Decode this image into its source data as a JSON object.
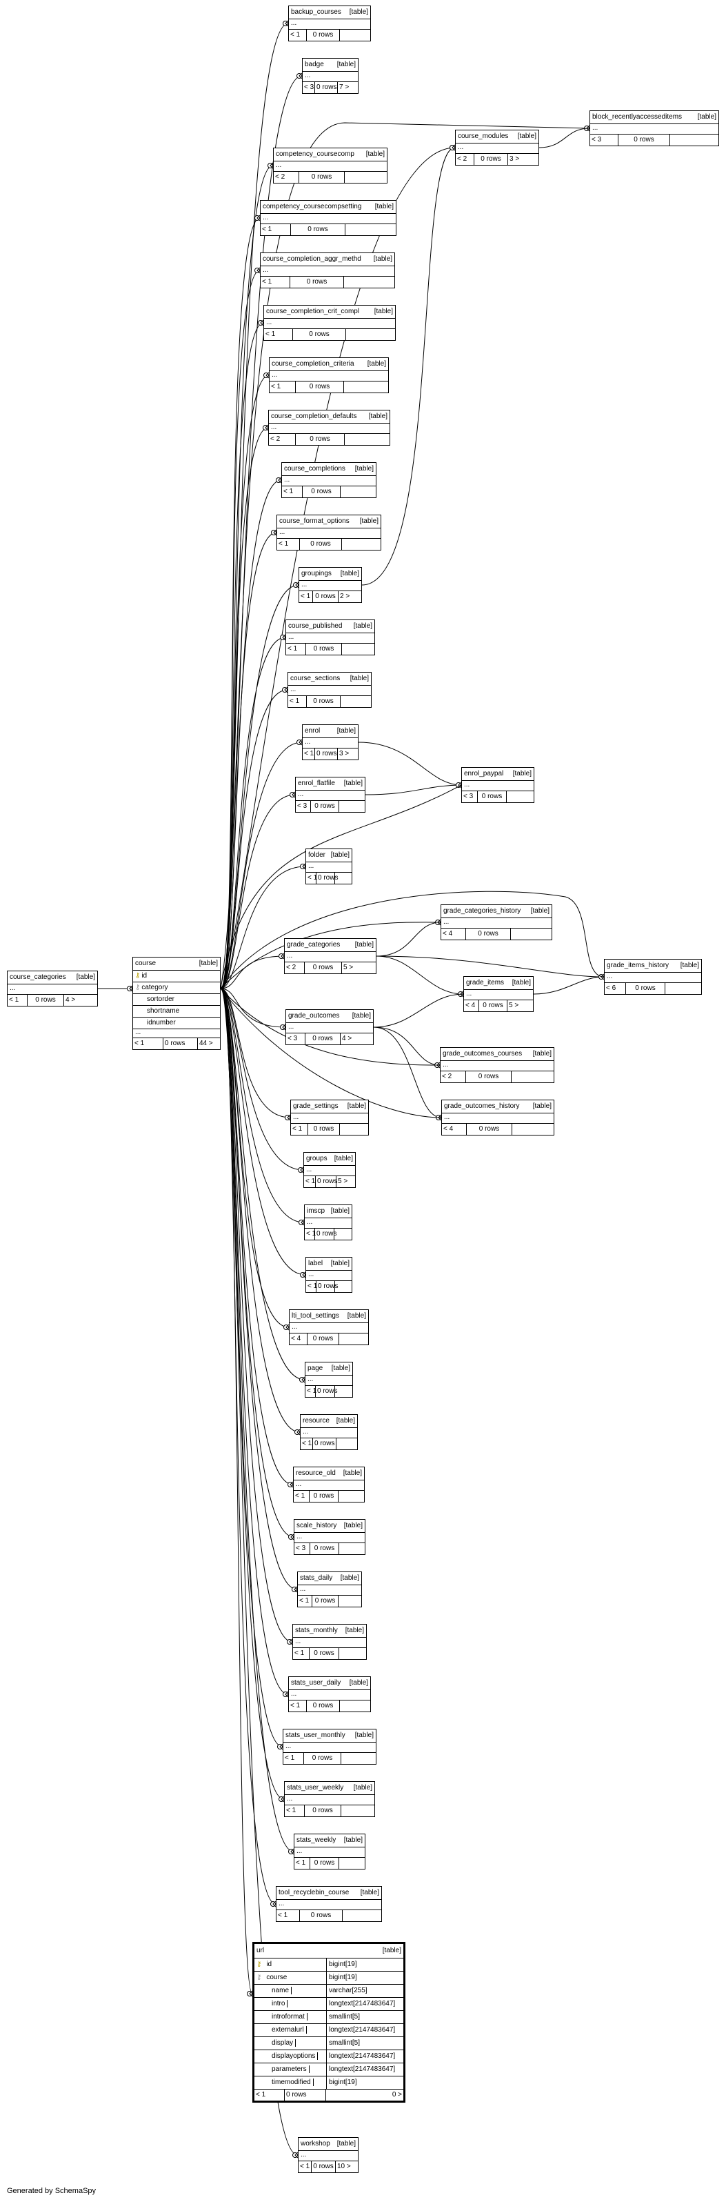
{
  "footer": "Generated by SchemaSpy",
  "tag": "[table]",
  "tables": [
    {
      "id": "backup_courses",
      "name": "backup_courses",
      "left": "< 1",
      "rows": "0 rows",
      "right": ""
    },
    {
      "id": "badge",
      "name": "badge",
      "left": "< 3",
      "rows": "0 rows",
      "right": "7 >"
    },
    {
      "id": "block_recentlyaccesseditems",
      "name": "block_recentlyaccesseditems",
      "left": "< 3",
      "rows": "0 rows",
      "right": ""
    },
    {
      "id": "course_modules",
      "name": "course_modules",
      "left": "< 2",
      "rows": "0 rows",
      "right": "3 >"
    },
    {
      "id": "competency_coursecomp",
      "name": "competency_coursecomp",
      "left": "< 2",
      "rows": "0 rows",
      "right": ""
    },
    {
      "id": "competency_coursecompsetting",
      "name": "competency_coursecompsetting",
      "left": "< 1",
      "rows": "0 rows",
      "right": ""
    },
    {
      "id": "course_completion_aggr_methd",
      "name": "course_completion_aggr_methd",
      "left": "< 1",
      "rows": "0 rows",
      "right": ""
    },
    {
      "id": "course_completion_crit_compl",
      "name": "course_completion_crit_compl",
      "left": "< 1",
      "rows": "0 rows",
      "right": ""
    },
    {
      "id": "course_completion_criteria",
      "name": "course_completion_criteria",
      "left": "< 1",
      "rows": "0 rows",
      "right": ""
    },
    {
      "id": "course_completion_defaults",
      "name": "course_completion_defaults",
      "left": "< 2",
      "rows": "0 rows",
      "right": ""
    },
    {
      "id": "course_completions",
      "name": "course_completions",
      "left": "< 1",
      "rows": "0 rows",
      "right": ""
    },
    {
      "id": "course_format_options",
      "name": "course_format_options",
      "left": "< 1",
      "rows": "0 rows",
      "right": ""
    },
    {
      "id": "groupings",
      "name": "groupings",
      "left": "< 1",
      "rows": "0 rows",
      "right": "2 >"
    },
    {
      "id": "course_published",
      "name": "course_published",
      "left": "< 1",
      "rows": "0 rows",
      "right": ""
    },
    {
      "id": "course_sections",
      "name": "course_sections",
      "left": "< 1",
      "rows": "0 rows",
      "right": ""
    },
    {
      "id": "enrol",
      "name": "enrol",
      "left": "< 1",
      "rows": "0 rows",
      "right": "3 >"
    },
    {
      "id": "enrol_flatfile",
      "name": "enrol_flatfile",
      "left": "< 3",
      "rows": "0 rows",
      "right": ""
    },
    {
      "id": "enrol_paypal",
      "name": "enrol_paypal",
      "left": "< 3",
      "rows": "0 rows",
      "right": ""
    },
    {
      "id": "folder",
      "name": "folder",
      "left": "< 1",
      "rows": "0 rows",
      "right": ""
    },
    {
      "id": "grade_categories_history",
      "name": "grade_categories_history",
      "left": "< 4",
      "rows": "0 rows",
      "right": ""
    },
    {
      "id": "grade_categories",
      "name": "grade_categories",
      "left": "< 2",
      "rows": "0 rows",
      "right": "5 >"
    },
    {
      "id": "grade_items",
      "name": "grade_items",
      "left": "< 4",
      "rows": "0 rows",
      "right": "5 >"
    },
    {
      "id": "grade_items_history",
      "name": "grade_items_history",
      "left": "< 6",
      "rows": "0 rows",
      "right": ""
    },
    {
      "id": "course_categories",
      "name": "course_categories",
      "left": "< 1",
      "rows": "0 rows",
      "right": "4 >"
    },
    {
      "id": "grade_outcomes",
      "name": "grade_outcomes",
      "left": "< 3",
      "rows": "0 rows",
      "right": "4 >"
    },
    {
      "id": "grade_outcomes_courses",
      "name": "grade_outcomes_courses",
      "left": "< 2",
      "rows": "0 rows",
      "right": ""
    },
    {
      "id": "grade_outcomes_history",
      "name": "grade_outcomes_history",
      "left": "< 4",
      "rows": "0 rows",
      "right": ""
    },
    {
      "id": "grade_settings",
      "name": "grade_settings",
      "left": "< 1",
      "rows": "0 rows",
      "right": ""
    },
    {
      "id": "groups",
      "name": "groups",
      "left": "< 1",
      "rows": "0 rows",
      "right": "5 >"
    },
    {
      "id": "imscp",
      "name": "imscp",
      "left": "< 1",
      "rows": "0 rows",
      "right": ""
    },
    {
      "id": "label",
      "name": "label",
      "left": "< 1",
      "rows": "0 rows",
      "right": ""
    },
    {
      "id": "lti_tool_settings",
      "name": "lti_tool_settings",
      "left": "< 4",
      "rows": "0 rows",
      "right": ""
    },
    {
      "id": "page",
      "name": "page",
      "left": "< 1",
      "rows": "0 rows",
      "right": ""
    },
    {
      "id": "resource",
      "name": "resource",
      "left": "< 1",
      "rows": "0 rows",
      "right": ""
    },
    {
      "id": "resource_old",
      "name": "resource_old",
      "left": "< 1",
      "rows": "0 rows",
      "right": ""
    },
    {
      "id": "scale_history",
      "name": "scale_history",
      "left": "< 3",
      "rows": "0 rows",
      "right": ""
    },
    {
      "id": "stats_daily",
      "name": "stats_daily",
      "left": "< 1",
      "rows": "0 rows",
      "right": ""
    },
    {
      "id": "stats_monthly",
      "name": "stats_monthly",
      "left": "< 1",
      "rows": "0 rows",
      "right": ""
    },
    {
      "id": "stats_user_daily",
      "name": "stats_user_daily",
      "left": "< 1",
      "rows": "0 rows",
      "right": ""
    },
    {
      "id": "stats_user_monthly",
      "name": "stats_user_monthly",
      "left": "< 1",
      "rows": "0 rows",
      "right": ""
    },
    {
      "id": "stats_user_weekly",
      "name": "stats_user_weekly",
      "left": "< 1",
      "rows": "0 rows",
      "right": ""
    },
    {
      "id": "stats_weekly",
      "name": "stats_weekly",
      "left": "< 1",
      "rows": "0 rows",
      "right": ""
    },
    {
      "id": "tool_recyclebin_course",
      "name": "tool_recyclebin_course",
      "left": "< 1",
      "rows": "0 rows",
      "right": ""
    },
    {
      "id": "workshop",
      "name": "workshop",
      "left": "< 1",
      "rows": "0 rows",
      "right": "10 >"
    }
  ],
  "course": {
    "name": "course",
    "columns": [
      {
        "name": "id",
        "key": "pk"
      },
      {
        "name": "category",
        "key": "fk"
      },
      {
        "name": "sortorder",
        "key": ""
      },
      {
        "name": "shortname",
        "key": ""
      },
      {
        "name": "idnumber",
        "key": ""
      }
    ],
    "more": "...",
    "left": "< 1",
    "rows": "0 rows",
    "right": "44 >"
  },
  "url": {
    "name": "url",
    "columns": [
      {
        "name": "id",
        "type": "bigint[19]",
        "key": "pk"
      },
      {
        "name": "course",
        "type": "bigint[19]",
        "key": "fk"
      },
      {
        "name": "name",
        "type": "varchar[255]",
        "key": ""
      },
      {
        "name": "intro",
        "type": "longtext[2147483647]",
        "key": ""
      },
      {
        "name": "introformat",
        "type": "smallint[5]",
        "key": ""
      },
      {
        "name": "externalurl",
        "type": "longtext[2147483647]",
        "key": ""
      },
      {
        "name": "display",
        "type": "smallint[5]",
        "key": ""
      },
      {
        "name": "displayoptions",
        "type": "longtext[2147483647]",
        "key": ""
      },
      {
        "name": "parameters",
        "type": "longtext[2147483647]",
        "key": ""
      },
      {
        "name": "timemodified",
        "type": "bigint[19]",
        "key": ""
      }
    ],
    "left": "< 1",
    "rows": "0 rows",
    "right": "0 >"
  }
}
